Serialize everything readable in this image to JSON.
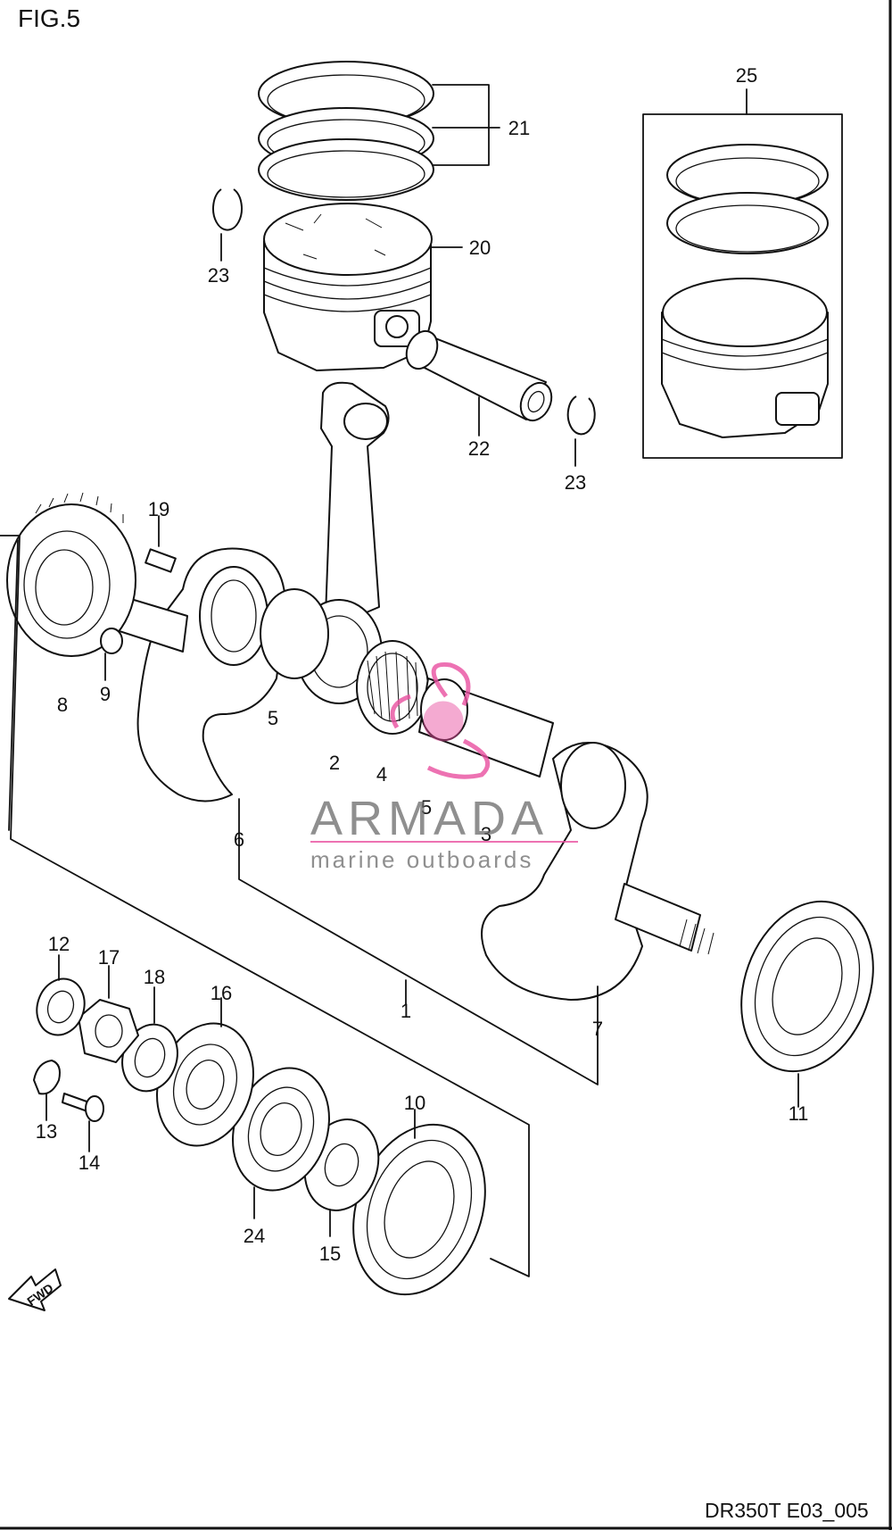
{
  "figure": {
    "label": "FIG.5",
    "code": "DR350T E03_005"
  },
  "watermark": {
    "brand": "ARMADA",
    "tagline": "marine outboards",
    "accent_color": "#e94fa0",
    "text_color": "#6a6a6a"
  },
  "fwd_label": "FWD",
  "callouts": {
    "c1": "1",
    "c2": "2",
    "c3": "3",
    "c4": "4",
    "c5a": "5",
    "c5b": "5",
    "c6": "6",
    "c7": "7",
    "c8": "8",
    "c9": "9",
    "c10": "10",
    "c11": "11",
    "c12": "12",
    "c13": "13",
    "c14": "14",
    "c15": "15",
    "c16": "16",
    "c17": "17",
    "c18": "18",
    "c19": "19",
    "c20": "20",
    "c21": "21",
    "c22": "22",
    "c23a": "23",
    "c23b": "23",
    "c24": "24",
    "c25": "25"
  }
}
